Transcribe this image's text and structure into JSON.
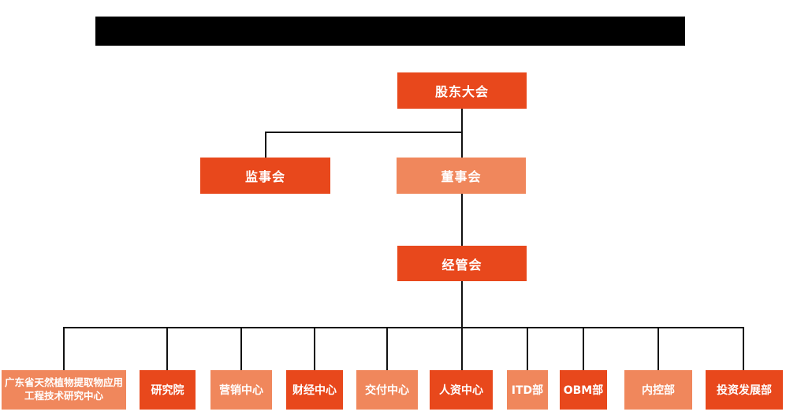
{
  "colors": {
    "primary": "#e8481c",
    "secondary": "#f0875c",
    "line": "#111111",
    "text": "#ffffff",
    "background": "#ffffff",
    "redacted": "#000000"
  },
  "org_chart": {
    "level1": {
      "label": "股东大会"
    },
    "level2": [
      {
        "label": "监事会"
      },
      {
        "label": "董事会"
      }
    ],
    "level3": {
      "label": "经管会"
    },
    "departments": [
      {
        "label": "广东省天然植物提取物应用工程技术研究中心"
      },
      {
        "label": "研究院"
      },
      {
        "label": "营销中心"
      },
      {
        "label": "财经中心"
      },
      {
        "label": "交付中心"
      },
      {
        "label": "人资中心"
      },
      {
        "label": "ITD部"
      },
      {
        "label": "OBM部"
      },
      {
        "label": "内控部"
      },
      {
        "label": "投资发展部"
      }
    ]
  }
}
